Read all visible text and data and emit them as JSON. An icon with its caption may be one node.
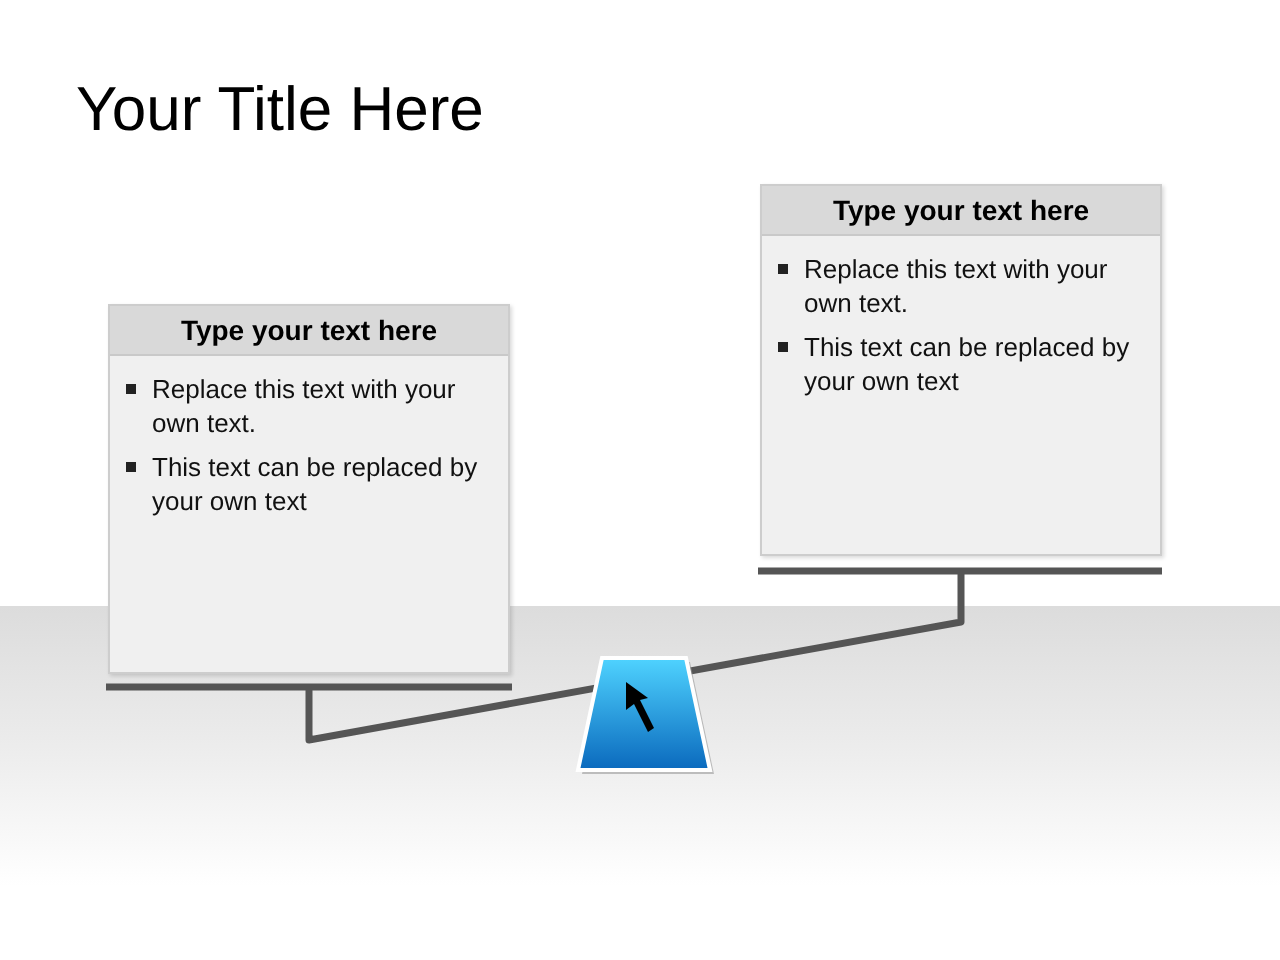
{
  "diagram": {
    "title": "Your Title Here",
    "nodes": [
      {
        "text": [
          "Type your text here",
          "Replace this text with your own text.",
          "This text can be replaced by your own text"
        ]
      },
      {
        "text": [
          "Type your text here",
          "Replace this text with your own text.",
          "This text can be replaced by your own text"
        ]
      }
    ]
  }
}
